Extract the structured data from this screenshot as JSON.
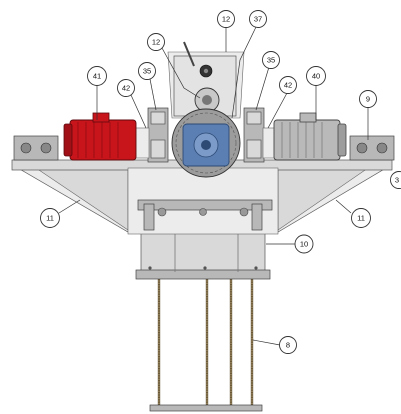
{
  "callouts": [
    {
      "id": "c12a",
      "label": "12"
    },
    {
      "id": "c37",
      "label": "37"
    },
    {
      "id": "c12b",
      "label": "12"
    },
    {
      "id": "c41",
      "label": "41"
    },
    {
      "id": "c35a",
      "label": "35"
    },
    {
      "id": "c35b",
      "label": "35"
    },
    {
      "id": "c40",
      "label": "40"
    },
    {
      "id": "c42a",
      "label": "42"
    },
    {
      "id": "c42b",
      "label": "42"
    },
    {
      "id": "c9",
      "label": "9"
    },
    {
      "id": "c3",
      "label": "3"
    },
    {
      "id": "c11a",
      "label": "11"
    },
    {
      "id": "c11b",
      "label": "11"
    },
    {
      "id": "c10",
      "label": "10"
    },
    {
      "id": "c8",
      "label": "8"
    }
  ],
  "colors": {
    "motor_left": "#c8141b",
    "motor_right": "#b9b9b9",
    "gearbox": "#5b7fb3",
    "steel": "#d9d9d9"
  }
}
